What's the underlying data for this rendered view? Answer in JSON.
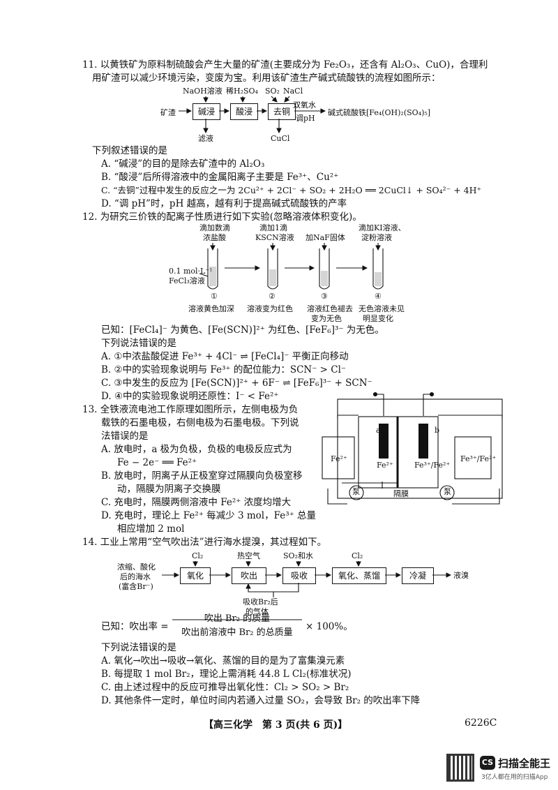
{
  "q11": {
    "stem1": "11. 以黄铁矿为原料制硫酸会产生大量的矿渣(主要成分为 Fe₂O₃，还含有 Al₂O₃、CuO)，合理利",
    "stem2": "用矿渣可以减少环境污染，变废为宝。利用该矿渣生产碱式硫酸铁的流程如图所示：",
    "reagent_naoh": "NaOH溶液",
    "reagent_h2so4": "稀H₂SO₄",
    "reagent_so2": "SO₂",
    "reagent_nacl": "NaCl",
    "start": "矿渣",
    "box1": "碱浸",
    "box2": "酸浸",
    "box3": "去铜",
    "arrow_top": "双氧水",
    "arrow_bottom": "调pH",
    "product": "碱式硫酸铁[Fe₄(OH)₂(SO₄)₅]",
    "waste1": "滤液",
    "waste2": "CuCl",
    "question": "下列叙述错误的是",
    "A": "A. “碱浸”的目的是除去矿渣中的 Al₂O₃",
    "B": "B. “酸浸”后所得溶液中的金属阳离子主要是 Fe³⁺、Cu²⁺",
    "C": "C. “去铜”过程中发生的反应之一为 2Cu²⁺ + 2Cl⁻ + SO₂ + 2H₂O ══ 2CuCl↓ + SO₄²⁻ + 4H⁺",
    "D": "D. “调 pH”时，pH 越高，越有利于提高碱式硫酸铁的产率"
  },
  "q12": {
    "stem": "12. 为研究三价铁的配离子性质进行如下实验(忽略溶液体积变化)。",
    "add1a": "滴加数滴",
    "add1b": "浓盐酸",
    "add2a": "滴加1滴",
    "add2b": "KSCN溶液",
    "add3": "加NaF固体",
    "add4a": "滴加KI溶液、",
    "add4b": "淀粉溶液",
    "conc": "0.1 mol·L⁻¹",
    "fecl3": "FeCl₃溶液",
    "n1": "①",
    "n2": "②",
    "n3": "③",
    "n4": "④",
    "obs1": "溶液黄色加深",
    "obs2": "溶液变为红色",
    "obs3a": "溶液红色褪去",
    "obs3b": "变为无色",
    "obs4a": "无色溶液未见",
    "obs4b": "明显变化",
    "known": "已知：[FeCl₄]⁻ 为黄色、[Fe(SCN)]²⁺ 为红色、[FeF₆]³⁻ 为无色。",
    "question": "下列说法错误的是",
    "A": "A. ①中浓盐酸促进 Fe³⁺ + 4Cl⁻ ⇌ [FeCl₄]⁻ 平衡正向移动",
    "B": "B. ②中的实验现象说明与 Fe³⁺ 的配位能力：SCN⁻ > Cl⁻",
    "C": "C. ③中发生的反应为 [Fe(SCN)]²⁺ + 6F⁻ ⇌ [FeF₆]³⁻ + SCN⁻",
    "D": "D. ④中的实验现象说明还原性：I⁻ < Fe²⁺"
  },
  "q13": {
    "l1": "13. 全铁液流电池工作原理如图所示，左侧电极为负",
    "l2": "载铁的石墨电极，右侧电极为石墨电极。下列说",
    "l3": "法错误的是",
    "A1": "A. 放电时，a 极为负极，负极的电极反应式为",
    "A2": "Fe − 2e⁻ ══ Fe²⁺",
    "B1": "B. 放电时，阴离子从正极室穿过隔膜向负极室移",
    "B2": "动，隔膜为阴离子交换膜",
    "C": "C. 充电时，隔膜两侧溶液中 Fe²⁺ 浓度均增大",
    "D1": "D. 充电时，理论上 Fe²⁺ 每减少 3 mol，Fe³⁺ 总量",
    "D2": "相应增加 2 mol",
    "tank_left": "Fe²⁺",
    "cell_left": "Fe²⁺",
    "cell_right": "Fe³⁺/Fe²⁺",
    "tank_right": "Fe³⁺/Fe²⁺",
    "electrode_a": "a",
    "electrode_b": "b",
    "pump1": "泵",
    "pump2": "泵",
    "membrane": "隔膜"
  },
  "q14": {
    "stem": "14. 工业上常用“空气吹出法”进行海水提溴，其过程如下。",
    "feed1": "浓缩、酸化",
    "feed2": "后的海水",
    "feed3": "(富含Br⁻)",
    "cl2a": "Cl₂",
    "hotair": "热空气",
    "so2water": "SO₂和水",
    "cl2b": "Cl₂",
    "box1": "氧化",
    "box2": "吹出",
    "box3": "吸收",
    "box4": "氧化、蒸馏",
    "box5": "冷凝",
    "product": "液溴",
    "gas1": "吸收Br₂后",
    "gas2": "的气体",
    "known_prefix": "已知：吹出率 =",
    "numerator": "吹出 Br₂ 的质量",
    "denominator": "吹出前溶液中 Br₂ 的总质量",
    "suffix": "× 100%。",
    "question": "下列说法错误的是",
    "A": "A. 氧化→吹出→吸收→氧化、蒸馏的目的是为了富集溴元素",
    "B": "B. 每提取 1 mol Br₂，理论上需消耗 44.8 L Cl₂(标准状况)",
    "C": "C. 由上述过程中的反应可推导出氧化性：Cl₂ > SO₂ > Br₂",
    "D": "D. 其他条件一定时，单位时间内若通入过量 SO₂，会导致 Br₂ 的吹出率下降"
  },
  "footer": {
    "page": "【高三化学　第 3 页(共 6 页)】",
    "code": "6226C"
  },
  "brand": {
    "badge": "CS",
    "name": "扫描全能王",
    "slogan": "3亿人都在用的扫描App"
  }
}
